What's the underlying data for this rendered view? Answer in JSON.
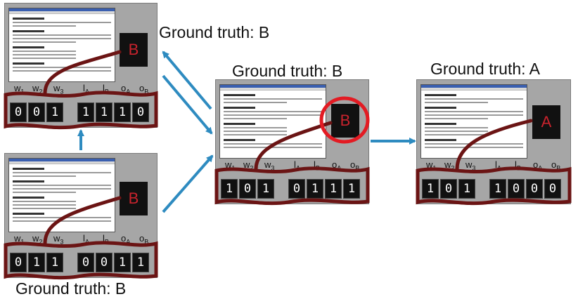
{
  "colors": {
    "panel": "#a6a6a6",
    "bits_bg": "#111111",
    "bits_fg": "#ffffff",
    "label_text": "#c9232d",
    "frame": "#6b1414",
    "arrow": "#2e8bc0",
    "highlight": "#e31b23"
  },
  "feature_names": {
    "w1": "w",
    "w1s": "1",
    "w2": "w",
    "w2s": "2",
    "w3": "w",
    "w3s": "3",
    "lA": "l",
    "lAs": "A",
    "lB": "l",
    "lBs": "B",
    "oA": "o",
    "oAs": "A",
    "oB": "o",
    "oBs": "B"
  },
  "nodes": [
    {
      "id": "top-left",
      "ground_truth": "Ground truth: B",
      "predicted_label": "B",
      "bits_w": [
        "0",
        "0",
        "1"
      ],
      "bits_lo": [
        "1",
        "1",
        "1",
        "0"
      ]
    },
    {
      "id": "bottom-left",
      "ground_truth": "Ground truth: B",
      "predicted_label": "B",
      "bits_w": [
        "0",
        "1",
        "1"
      ],
      "bits_lo": [
        "0",
        "0",
        "1",
        "1"
      ]
    },
    {
      "id": "middle",
      "ground_truth": "Ground truth: B",
      "predicted_label": "B",
      "bits_w": [
        "1",
        "0",
        "1"
      ],
      "bits_lo": [
        "0",
        "1",
        "1",
        "1"
      ]
    },
    {
      "id": "right",
      "ground_truth": "Ground truth: A",
      "predicted_label": "A",
      "bits_w": [
        "1",
        "0",
        "1"
      ],
      "bits_lo": [
        "1",
        "0",
        "0",
        "0"
      ]
    }
  ]
}
